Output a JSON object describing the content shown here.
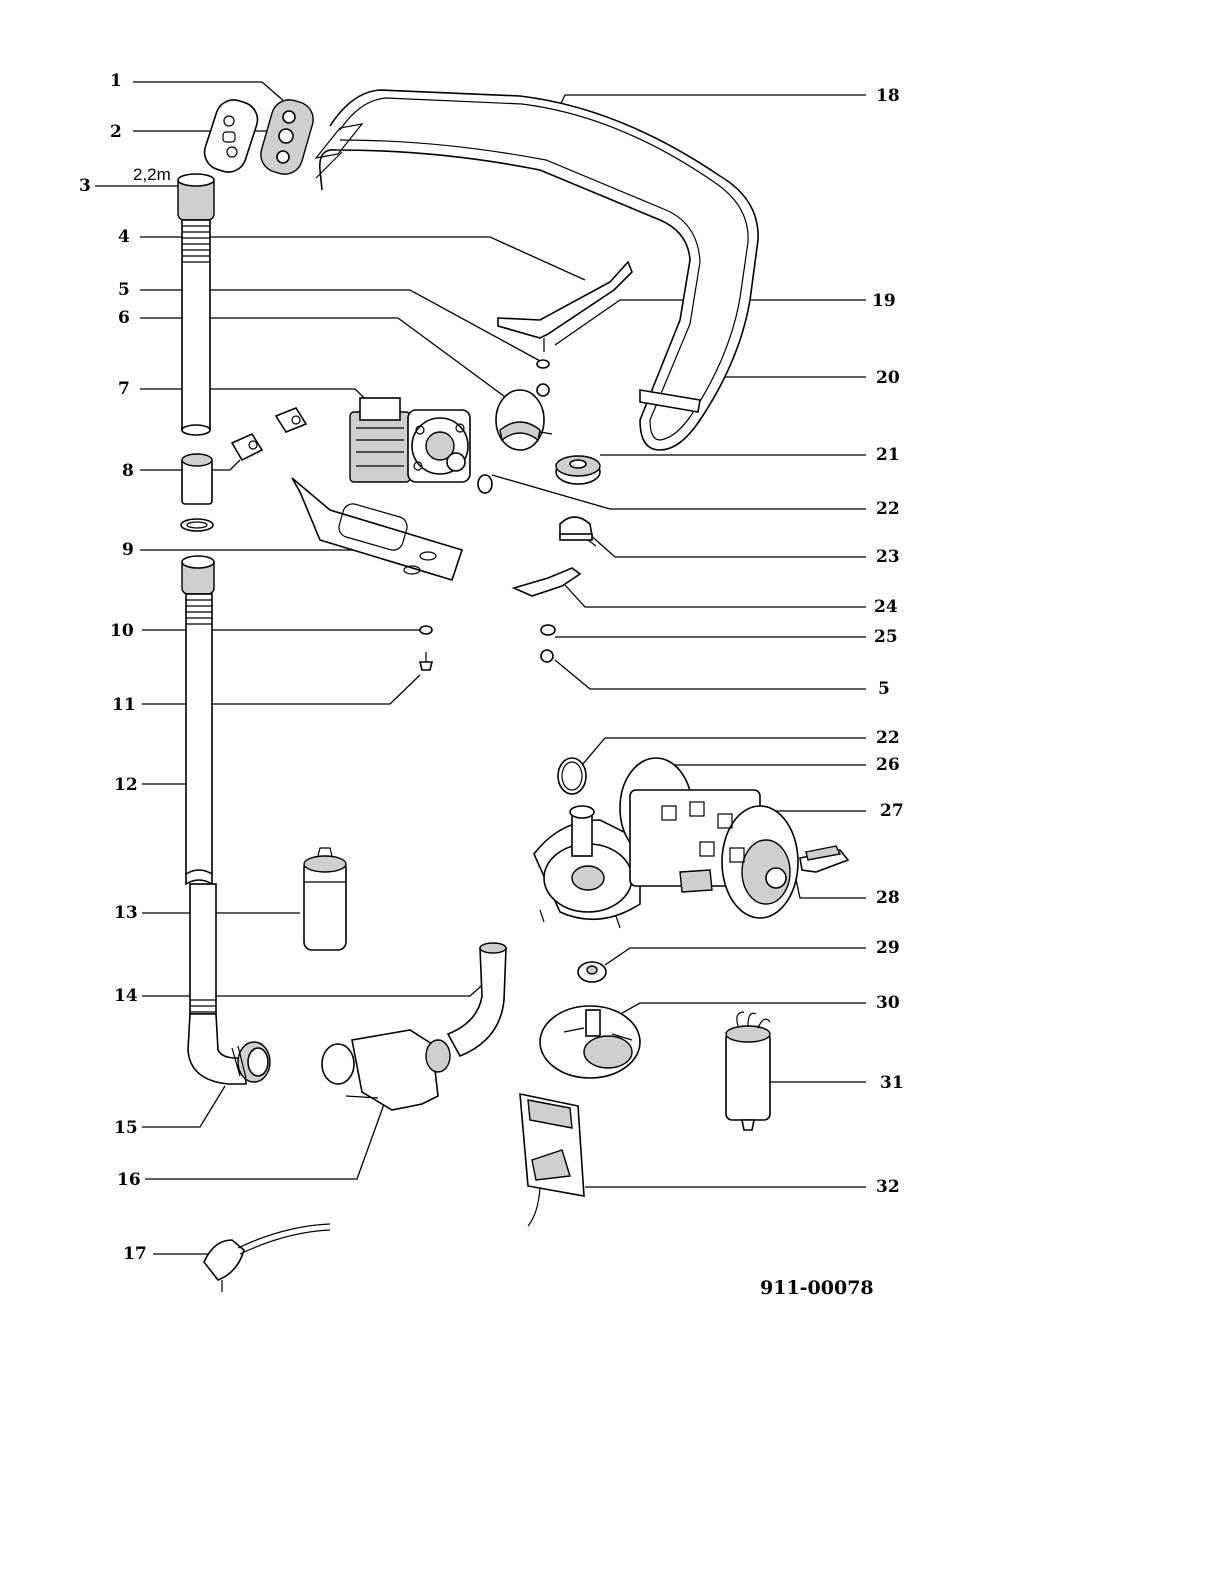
{
  "diagram": {
    "hose_length_label": "2,2m",
    "drawing_number": "911-00078",
    "callouts": [
      {
        "id": "c1",
        "text": "1"
      },
      {
        "id": "c2",
        "text": "2"
      },
      {
        "id": "c3",
        "text": "3"
      },
      {
        "id": "c4",
        "text": "4"
      },
      {
        "id": "c5a",
        "text": "5"
      },
      {
        "id": "c6",
        "text": "6"
      },
      {
        "id": "c7",
        "text": "7"
      },
      {
        "id": "c8",
        "text": "8"
      },
      {
        "id": "c9",
        "text": "9"
      },
      {
        "id": "c10",
        "text": "10"
      },
      {
        "id": "c11",
        "text": "11"
      },
      {
        "id": "c12",
        "text": "12"
      },
      {
        "id": "c13",
        "text": "13"
      },
      {
        "id": "c14",
        "text": "14"
      },
      {
        "id": "c15",
        "text": "15"
      },
      {
        "id": "c16",
        "text": "16"
      },
      {
        "id": "c17",
        "text": "17"
      },
      {
        "id": "c18",
        "text": "18"
      },
      {
        "id": "c19",
        "text": "19"
      },
      {
        "id": "c20",
        "text": "20"
      },
      {
        "id": "c21",
        "text": "21"
      },
      {
        "id": "c22a",
        "text": "22"
      },
      {
        "id": "c23",
        "text": "23"
      },
      {
        "id": "c24",
        "text": "24"
      },
      {
        "id": "c25",
        "text": "25"
      },
      {
        "id": "c5b",
        "text": "5"
      },
      {
        "id": "c22b",
        "text": "22"
      },
      {
        "id": "c26",
        "text": "26"
      },
      {
        "id": "c27",
        "text": "27"
      },
      {
        "id": "c28",
        "text": "28"
      },
      {
        "id": "c29",
        "text": "29"
      },
      {
        "id": "c30",
        "text": "30"
      },
      {
        "id": "c31",
        "text": "31"
      },
      {
        "id": "c32",
        "text": "32"
      }
    ]
  }
}
